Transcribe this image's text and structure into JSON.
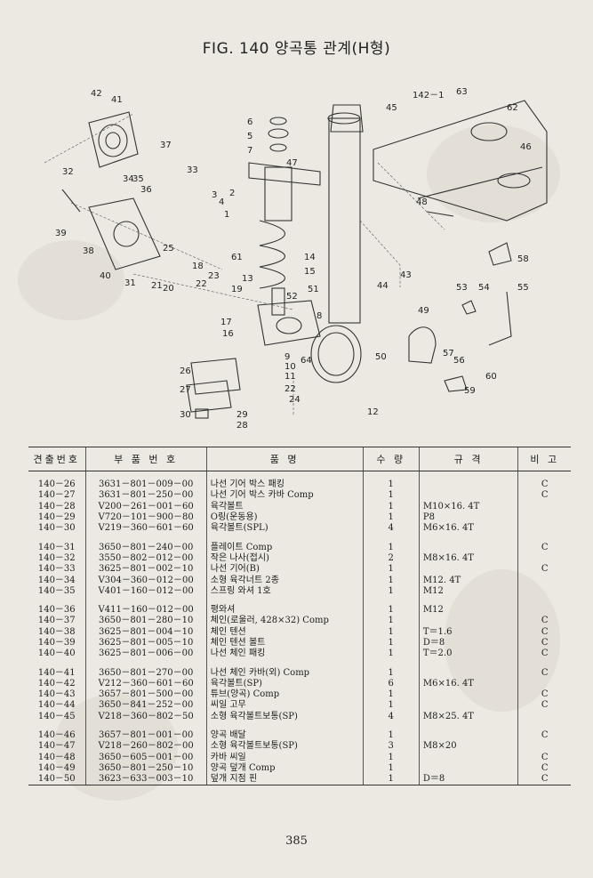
{
  "title": "FIG. 140 양곡통 관계(H형)",
  "headers": {
    "no": "견출번호",
    "part": "부 품 번 호",
    "name": "품 명",
    "qty": "수 량",
    "spec": "규 격",
    "note": "비 고"
  },
  "groups": [
    [
      {
        "no": "140－26",
        "part": "3631－801－009－00",
        "name": "나선 기어 박스 패킹",
        "qty": "1",
        "spec": "",
        "note": "C"
      },
      {
        "no": "140－27",
        "part": "3631－801－250－00",
        "name": "나선 기어 박스 카바 Comp",
        "qty": "1",
        "spec": "",
        "note": "C"
      },
      {
        "no": "140－28",
        "part": "V200－261－001－60",
        "name": "육각볼트",
        "qty": "1",
        "spec": "M10×16. 4T",
        "note": ""
      },
      {
        "no": "140－29",
        "part": "V720－101－900－80",
        "name": "O링(운동용)",
        "qty": "1",
        "spec": "P8",
        "note": ""
      },
      {
        "no": "140－30",
        "part": "V219－360－601－60",
        "name": "육각볼트(SPL)",
        "qty": "4",
        "spec": "M6×16. 4T",
        "note": ""
      }
    ],
    [
      {
        "no": "140－31",
        "part": "3650－801－240－00",
        "name": "플레이트 Comp",
        "qty": "1",
        "spec": "",
        "note": "C"
      },
      {
        "no": "140－32",
        "part": "3550－802－012－00",
        "name": "작은 나사(접시)",
        "qty": "2",
        "spec": "M8×16. 4T",
        "note": ""
      },
      {
        "no": "140－33",
        "part": "3625－801－002－10",
        "name": "나선 기어(B)",
        "qty": "1",
        "spec": "",
        "note": "C"
      },
      {
        "no": "140－34",
        "part": "V304－360－012－00",
        "name": "소형 육각너트 2종",
        "qty": "1",
        "spec": "M12. 4T",
        "note": ""
      },
      {
        "no": "140－35",
        "part": "V401－160－012－00",
        "name": "스프링 와셔 1호",
        "qty": "1",
        "spec": "M12",
        "note": ""
      }
    ],
    [
      {
        "no": "140－36",
        "part": "V411－160－012－00",
        "name": "평와셔",
        "qty": "1",
        "spec": "M12",
        "note": ""
      },
      {
        "no": "140－37",
        "part": "3650－801－280－10",
        "name": "체인(로울러, 428×32) Comp",
        "qty": "1",
        "spec": "",
        "note": "C"
      },
      {
        "no": "140－38",
        "part": "3625－801－004－10",
        "name": "체인 텐션",
        "qty": "1",
        "spec": "T＝1.6",
        "note": "C"
      },
      {
        "no": "140－39",
        "part": "3625－801－005－10",
        "name": "체인 텐션 볼트",
        "qty": "1",
        "spec": "D＝8",
        "note": "C"
      },
      {
        "no": "140－40",
        "part": "3625－801－006－00",
        "name": "나선 체인 패킹",
        "qty": "1",
        "spec": "T＝2.0",
        "note": "C"
      }
    ],
    [
      {
        "no": "140－41",
        "part": "3650－801－270－00",
        "name": "나선 체인 카바(외) Comp",
        "qty": "1",
        "spec": "",
        "note": "C"
      },
      {
        "no": "140－42",
        "part": "V212－360－601－60",
        "name": "육각볼트(SP)",
        "qty": "6",
        "spec": "M6×16. 4T",
        "note": ""
      },
      {
        "no": "140－43",
        "part": "3657－801－500－00",
        "name": "튜브(양곡) Comp",
        "qty": "1",
        "spec": "",
        "note": "C"
      },
      {
        "no": "140－44",
        "part": "3650－841－252－00",
        "name": "씨일 고무",
        "qty": "1",
        "spec": "",
        "note": "C"
      },
      {
        "no": "140－45",
        "part": "V218－360－802－50",
        "name": "소형 육각볼트보통(SP)",
        "qty": "4",
        "spec": "M8×25. 4T",
        "note": ""
      }
    ],
    [
      {
        "no": "140－46",
        "part": "3657－801－001－00",
        "name": "양곡 배달",
        "qty": "1",
        "spec": "",
        "note": "C"
      },
      {
        "no": "140－47",
        "part": "V218－260－802－00",
        "name": "소형 육각볼트보통(SP)",
        "qty": "3",
        "spec": "M8×20",
        "note": ""
      },
      {
        "no": "140－48",
        "part": "3650－605－001－00",
        "name": "카바 씨일",
        "qty": "1",
        "spec": "",
        "note": "C"
      },
      {
        "no": "140－49",
        "part": "3650－801－250－10",
        "name": "양곡 덮개 Comp",
        "qty": "1",
        "spec": "",
        "note": "C"
      },
      {
        "no": "140－50",
        "part": "3623－633－003－10",
        "name": "덮개 지점 핀",
        "qty": "1",
        "spec": "D＝8",
        "note": "C"
      }
    ]
  ],
  "callouts": [
    "42",
    "41",
    "37",
    "33",
    "34",
    "35",
    "36",
    "32",
    "39",
    "38",
    "40",
    "31",
    "21",
    "20",
    "25",
    "18",
    "23",
    "22",
    "19",
    "6",
    "5",
    "7",
    "3",
    "4",
    "2",
    "1",
    "61",
    "13",
    "14",
    "15",
    "51",
    "52",
    "8",
    "17",
    "16",
    "9",
    "10",
    "11",
    "26",
    "27",
    "30",
    "29",
    "28",
    "22",
    "24",
    "64",
    "12",
    "47",
    "43",
    "44",
    "50",
    "45",
    "142－1",
    "63",
    "62",
    "46",
    "48",
    "58",
    "53",
    "54",
    "55",
    "49",
    "57",
    "56",
    "60",
    "59"
  ],
  "page_number": "385"
}
